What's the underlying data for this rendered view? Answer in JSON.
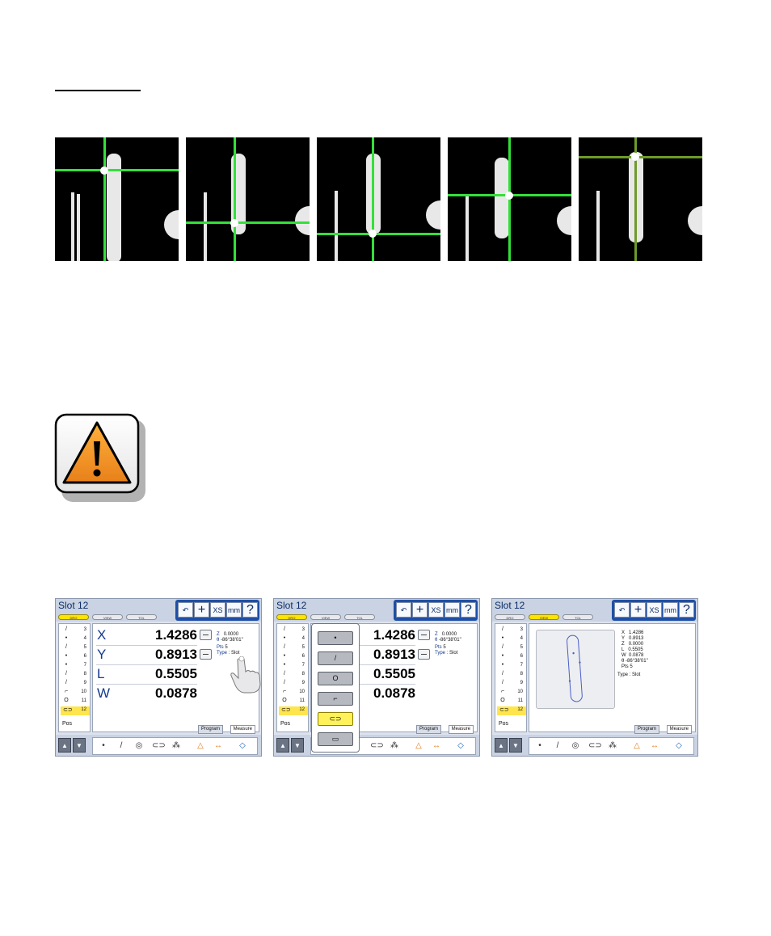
{
  "screen1": {
    "title": "Slot 12",
    "tabs_top": [
      "DRO",
      "VIEW",
      "TOL"
    ],
    "toolbar": {
      "xs": "XS",
      "mm": "mm",
      "help": "?"
    },
    "feature_list": [
      {
        "num": "3",
        "icon": "/"
      },
      {
        "num": "4",
        "icon": "•"
      },
      {
        "num": "5",
        "icon": "/"
      },
      {
        "num": "6",
        "icon": "•"
      },
      {
        "num": "7",
        "icon": "•"
      },
      {
        "num": "8",
        "icon": "/"
      },
      {
        "num": "9",
        "icon": "/"
      },
      {
        "num": "10",
        "icon": "⌐"
      },
      {
        "num": "11",
        "icon": "O"
      },
      {
        "num": "12",
        "icon": "⊂⊃"
      }
    ],
    "pos_label": "Pos",
    "rows": [
      {
        "axis": "X",
        "value": "1.4286"
      },
      {
        "axis": "Y",
        "value": "0.8913"
      },
      {
        "axis": "L",
        "value": "0.5505"
      },
      {
        "axis": "W",
        "value": "0.0878"
      }
    ],
    "info": {
      "z_label": "Z",
      "z_value": "0.0000",
      "theta_label": "θ",
      "theta_value": "-86°38'01\"",
      "pts_label": "Pts",
      "pts_value": "5",
      "type_label": "Type",
      "type_value": "Slot"
    },
    "bottom_tabs": [
      "Program",
      "Measure"
    ]
  },
  "screen3": {
    "info_lines": [
      {
        "label": "X",
        "value": "1.4286"
      },
      {
        "label": "Y",
        "value": "0.8913"
      },
      {
        "label": "Z",
        "value": "0.0000"
      },
      {
        "label": "L",
        "value": "0.5505"
      },
      {
        "label": "W",
        "value": "0.0878"
      },
      {
        "label": "θ",
        "value": "-86°38'01\""
      },
      {
        "label": "Pts",
        "value": "5"
      }
    ],
    "type_line": "Type : Slot"
  },
  "popup_items": [
    "•",
    "/",
    "O",
    "⌐",
    "⊂⊃",
    "▭"
  ],
  "colors": {
    "crosshair": "#33e03a",
    "dim_crosshair": "#6e9a2a",
    "warning_orange": "#f29422",
    "panel_bg": "#dde3ee",
    "header_blue": "#1e4fa6",
    "selected_yellow": "#ffe54d"
  }
}
